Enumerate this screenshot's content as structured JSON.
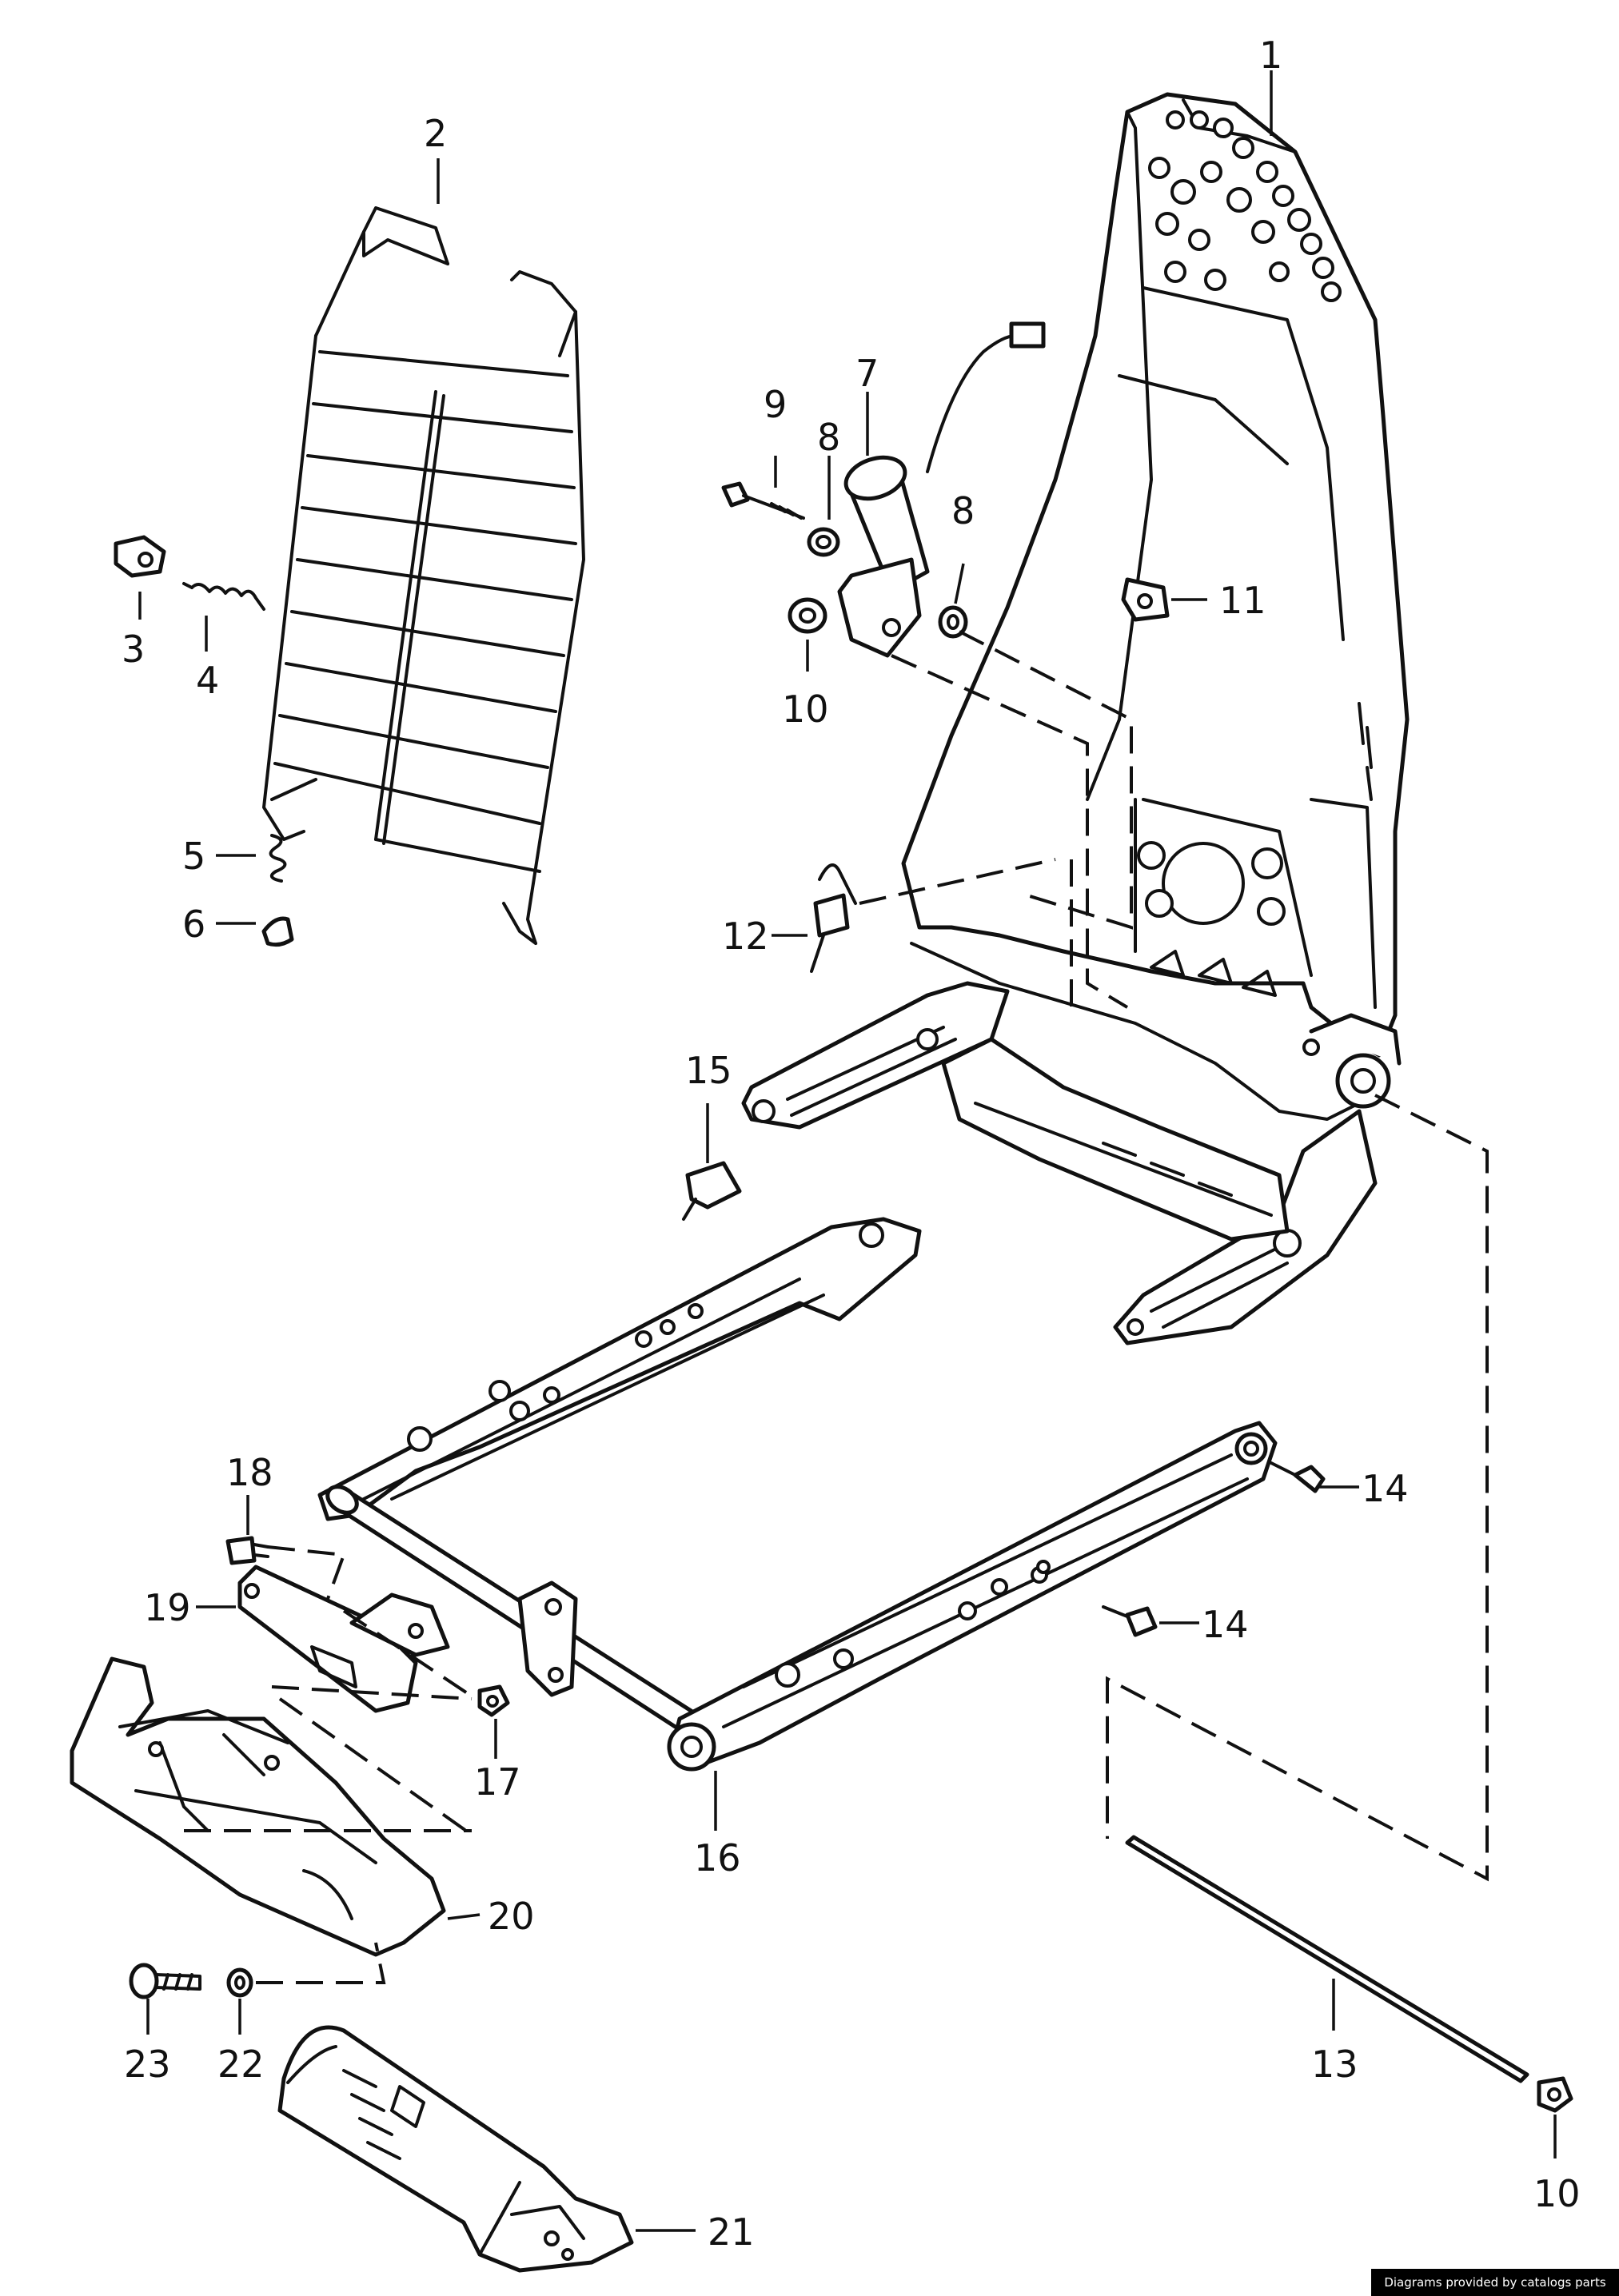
{
  "credit": "Diagrams provided by catalogs parts",
  "callouts": {
    "c1": "1",
    "c2": "2",
    "c3": "3",
    "c4": "4",
    "c5": "5",
    "c6": "6",
    "c7": "7",
    "c8a": "8",
    "c8b": "8",
    "c9": "9",
    "c10a": "10",
    "c10b": "10",
    "c11": "11",
    "c12": "12",
    "c13": "13",
    "c14a": "14",
    "c14b": "14",
    "c15": "15",
    "c16": "16",
    "c17": "17",
    "c18": "18",
    "c19": "19",
    "c20": "20",
    "c21": "21",
    "c22": "22",
    "c23": "23"
  }
}
